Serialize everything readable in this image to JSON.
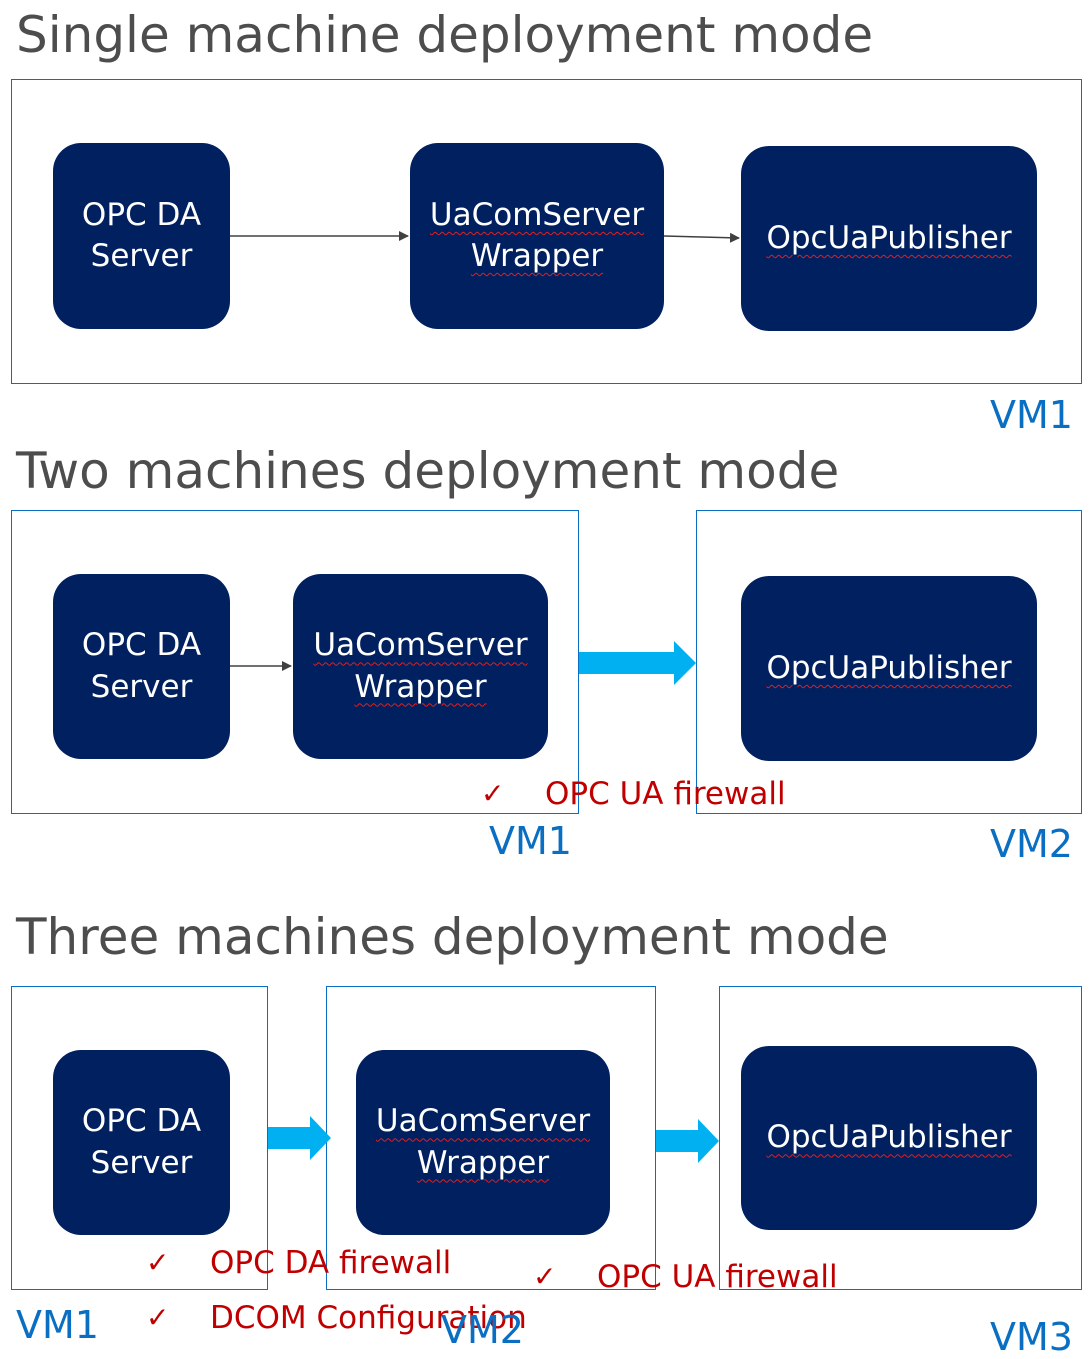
{
  "sections": {
    "single": {
      "title": "Single machine deployment mode",
      "nodes": {
        "opc_da": [
          "OPC DA",
          "Server"
        ],
        "wrapper": [
          "UaComServer",
          "Wrapper"
        ],
        "publisher": [
          "OpcUaPublisher"
        ]
      },
      "vm_labels": [
        "VM1"
      ]
    },
    "two": {
      "title": "Two machines deployment mode",
      "nodes": {
        "opc_da": [
          "OPC DA",
          "Server"
        ],
        "wrapper": [
          "UaComServer",
          "Wrapper"
        ],
        "publisher": [
          "OpcUaPublisher"
        ]
      },
      "vm_labels": [
        "VM1",
        "VM2"
      ],
      "notes": [
        "OPC UA firewall"
      ]
    },
    "three": {
      "title": "Three machines deployment mode",
      "nodes": {
        "opc_da": [
          "OPC DA",
          "Server"
        ],
        "wrapper": [
          "UaComServer",
          "Wrapper"
        ],
        "publisher": [
          "OpcUaPublisher"
        ]
      },
      "vm_labels": [
        "VM1",
        "VM2",
        "VM3"
      ],
      "notes": [
        "OPC DA firewall",
        "DCOM Configuration",
        "OPC UA firewall"
      ]
    }
  },
  "check_mark": "✓",
  "colors": {
    "node_fill": "#002060",
    "vm_border": "#0a6fc2",
    "network_arrow": "#00b0f0",
    "local_arrow": "#404040",
    "note_text": "#c00000",
    "title_text": "#4d4d4d"
  }
}
